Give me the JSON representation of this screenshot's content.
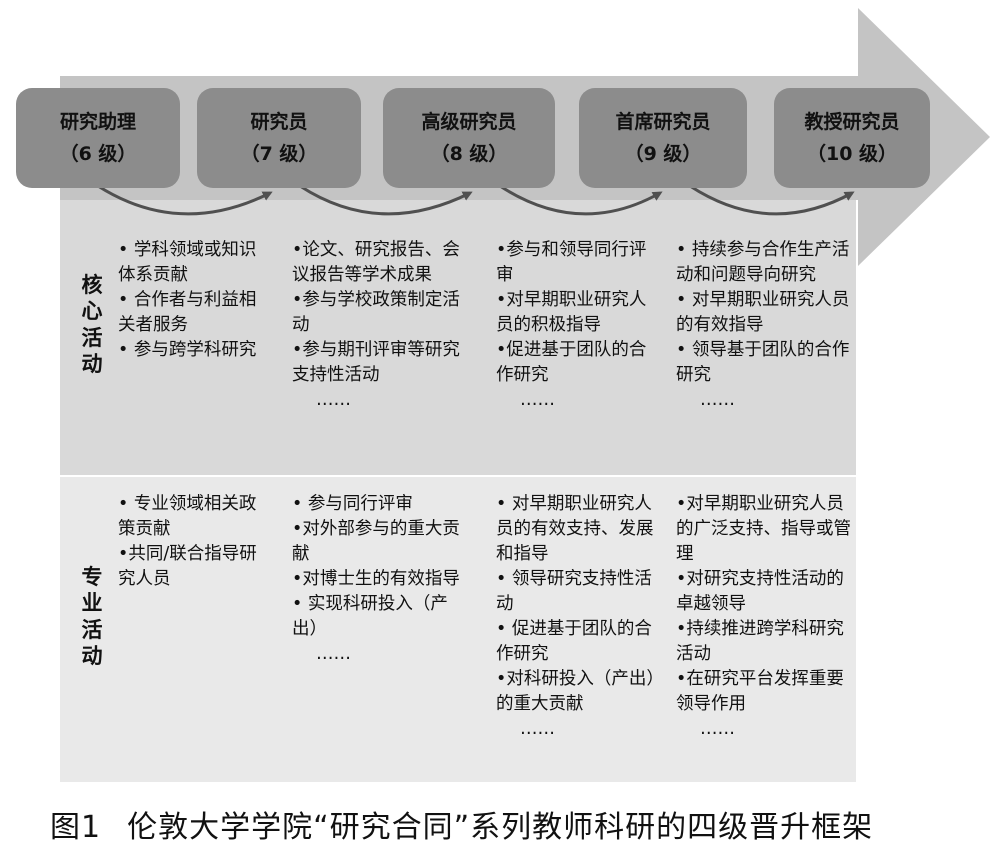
{
  "ranks": [
    {
      "name": "研究助理",
      "grade": "（6 级）"
    },
    {
      "name": "研究员",
      "grade": "（7 级）"
    },
    {
      "name": "高级研究员",
      "grade": "（8 级）"
    },
    {
      "name": "首席研究员",
      "grade": "（9 级）"
    },
    {
      "name": "教授研究员",
      "grade": "（10 级）"
    }
  ],
  "rows": [
    {
      "label": [
        "核",
        "心",
        "活",
        "动"
      ],
      "cells": [
        {
          "items": [
            "• 学科领域或知识体系贡献",
            "• 合作者与利益相关者服务",
            "• 参与跨学科研究"
          ],
          "ellipsis": ""
        },
        {
          "items": [
            "•论文、研究报告、会议报告等学术成果",
            "•参与学校政策制定活动",
            "•参与期刊评审等研究支持性活动"
          ],
          "ellipsis": "……"
        },
        {
          "items": [
            "•参与和领导同行评审",
            "•对早期职业研究人员的积极指导",
            "•促进基于团队的合作研究"
          ],
          "ellipsis": "……"
        },
        {
          "items": [
            "• 持续参与合作生产活动和问题导向研究",
            "• 对早期职业研究人员的有效指导",
            "• 领导基于团队的合作研究"
          ],
          "ellipsis": "……"
        }
      ]
    },
    {
      "label": [
        "专",
        "业",
        "活",
        "动"
      ],
      "cells": [
        {
          "items": [
            "• 专业领域相关政策贡献",
            "•共同/联合指导研究人员"
          ],
          "ellipsis": ""
        },
        {
          "items": [
            "• 参与同行评审",
            "•对外部参与的重大贡献",
            "•对博士生的有效指导",
            "• 实现科研投入（产出）"
          ],
          "ellipsis": "……"
        },
        {
          "items": [
            "• 对早期职业研究人员的有效支持、发展和指导",
            "• 领导研究支持性活动",
            "• 促进基于团队的合作研究",
            "•对科研投入（产出）的重大贡献"
          ],
          "ellipsis": "……"
        },
        {
          "items": [
            "•对早期职业研究人员的广泛支持、指导或管理",
            "•对研究支持性活动的卓越领导",
            "•持续推进跨学科研究活动",
            "•在研究平台发挥重要领导作用"
          ],
          "ellipsis": "……"
        }
      ]
    }
  ],
  "caption": {
    "number": "图1",
    "title": "伦敦大学学院“研究合同”系列教师科研的四级晋升框架"
  },
  "colors": {
    "arrow": "#c4c4c4",
    "box": "#8c8c8c",
    "row_core": "#d9d9d9",
    "row_pro": "#e9e9e9"
  }
}
